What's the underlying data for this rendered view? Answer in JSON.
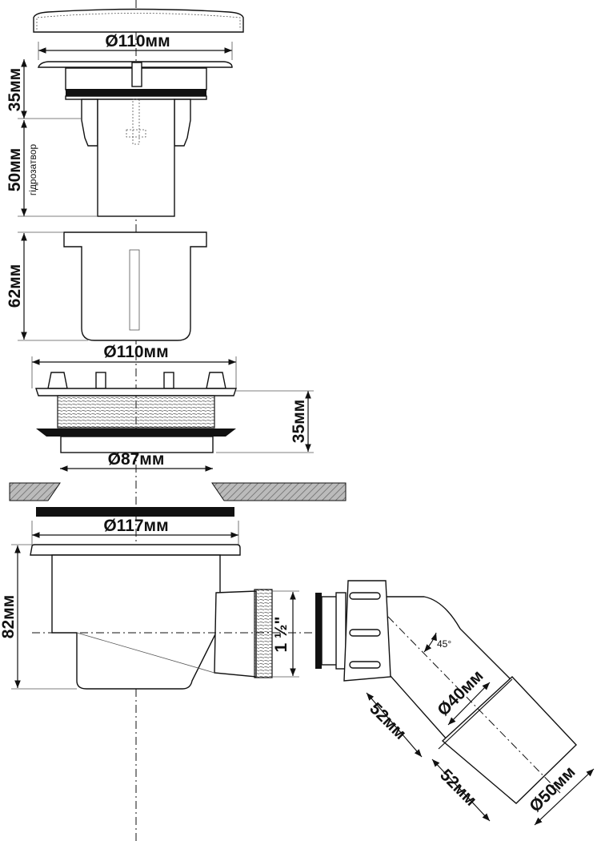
{
  "labels": {
    "cap_diameter": "Ø110мм",
    "grate_height": "35мм",
    "water_seal_height": "50мм",
    "water_seal_caption": "гідрозатвор",
    "cup_height": "62мм",
    "flange_diameter": "Ø110мм",
    "flange_height": "35мм",
    "thread_diameter": "Ø87мм",
    "gasket_diameter": "Ø117мм",
    "body_height": "82мм",
    "outlet_thread": "1 ½\"",
    "elbow_angle": "45°",
    "inner_diameter": "Ø40мм",
    "length_1": "52мм",
    "length_2": "52мм",
    "outer_diameter": "Ø50мм"
  }
}
